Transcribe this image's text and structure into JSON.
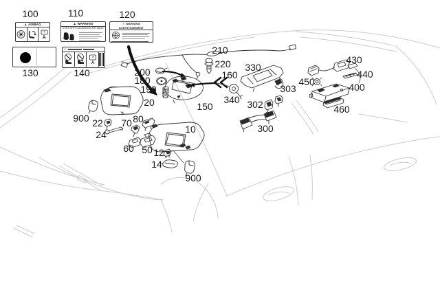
{
  "legend_labels": {
    "airbag": {
      "header": "▲ AIRBAG"
    },
    "warning_en": {
      "header": "▲ WARNING",
      "subheader": "EVEN WITH ADVANCED AIR BAGS"
    },
    "warning_bilingual": {
      "header": "⚠ WARNING  AVERTISSEMENT"
    },
    "warning_icons": {
      "header": "⚠"
    }
  },
  "callouts": [
    {
      "text": "100"
    },
    {
      "text": "110"
    },
    {
      "text": "120"
    },
    {
      "text": "130"
    },
    {
      "text": "140"
    },
    {
      "text": "200"
    },
    {
      "text": "180"
    },
    {
      "text": "190"
    },
    {
      "text": "20"
    },
    {
      "text": "900"
    },
    {
      "text": "22"
    },
    {
      "text": "24"
    },
    {
      "text": "70"
    },
    {
      "text": "80"
    },
    {
      "text": "60"
    },
    {
      "text": "50"
    },
    {
      "text": "12"
    },
    {
      "text": "14"
    },
    {
      "text": "10"
    },
    {
      "text": "900"
    },
    {
      "text": "150"
    },
    {
      "text": "210"
    },
    {
      "text": "220"
    },
    {
      "text": "160"
    },
    {
      "text": "330"
    },
    {
      "text": "340"
    },
    {
      "text": "302"
    },
    {
      "text": "303"
    },
    {
      "text": "300"
    },
    {
      "text": "430"
    },
    {
      "text": "440"
    },
    {
      "text": "450"
    },
    {
      "text": "400"
    },
    {
      "text": "460"
    }
  ],
  "colors": {
    "part_line": "#2f2f2f",
    "car_outline": "#cbcbcb",
    "callout_text": "#191919",
    "label_border": "#3a3a3a",
    "accent_fill": "#222222"
  }
}
